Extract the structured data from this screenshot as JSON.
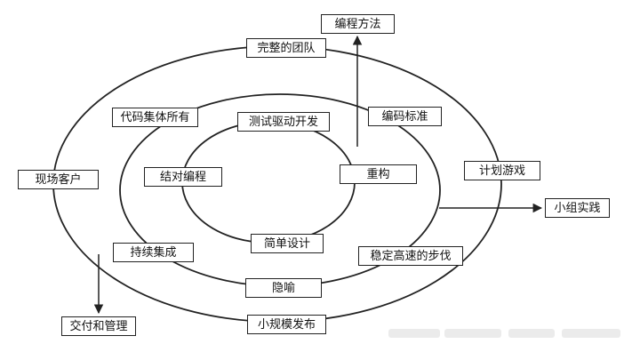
{
  "diagram": {
    "outer_ring": {
      "team": "完整的团队",
      "planning_game": "计划游戏",
      "small_releases": "小规模发布",
      "onsite_customer": "现场客户"
    },
    "middle_ring": {
      "collective_ownership": "代码集体所有",
      "coding_standards": "编码标准",
      "sustainable_pace": "稳定高速的步伐",
      "metaphor": "隐喻",
      "continuous_integration": "持续集成"
    },
    "inner_ring": {
      "tdd": "测试驱动开发",
      "pair_programming": "结对编程",
      "refactoring": "重构",
      "simple_design": "简单设计"
    },
    "outputs": {
      "programming_methods": "编程方法",
      "small_team_practice": "小组实践",
      "delivery_management": "交付和管理"
    },
    "colors": {
      "line": "#222222",
      "background": "#ffffff"
    }
  }
}
